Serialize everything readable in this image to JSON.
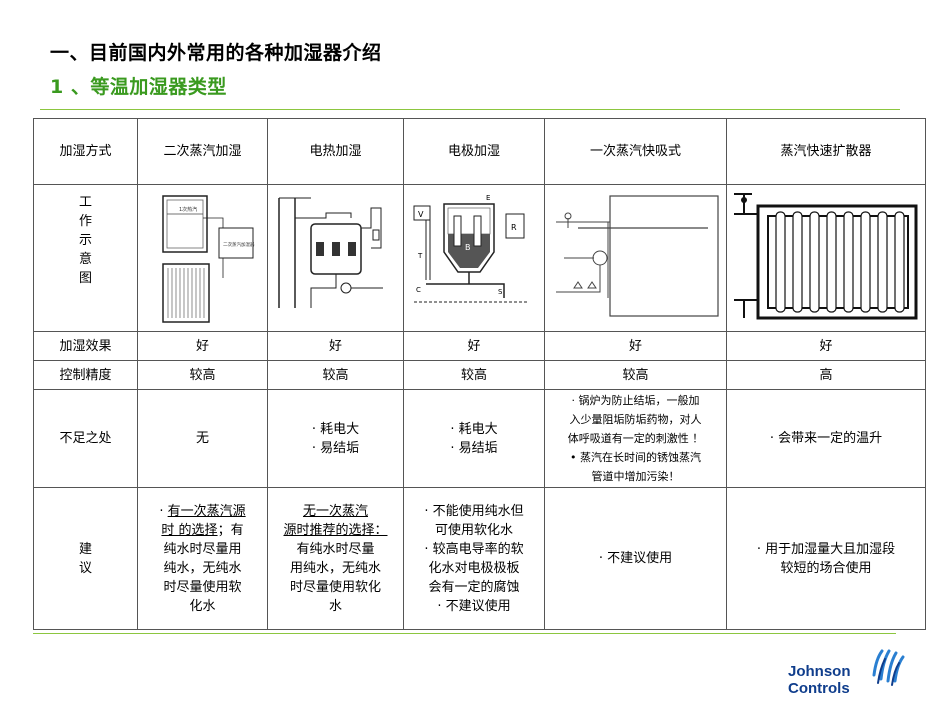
{
  "header": {
    "title": "一、目前国内外常用的各种加湿器介绍",
    "subtitle": "1 、等温加湿器类型"
  },
  "table": {
    "headers": [
      "加湿方式",
      "二次蒸汽加湿",
      "电热加湿",
      "电极加湿",
      "一次蒸汽快吸式",
      "蒸汽快速扩散器"
    ],
    "diagram_row_label": "工作示意图",
    "diagram_texts": {
      "secondary_steam_top": "1次热汽",
      "secondary_steam_side": "二次蒸汽加湿器",
      "electrode_v": "V",
      "electrode_e": "E",
      "electrode_r": "R",
      "electrode_t": "T",
      "electrode_b": "B",
      "electrode_c": "C",
      "electrode_s": "S"
    },
    "effect": {
      "label": "加湿效果",
      "values": [
        "好",
        "好",
        "好",
        "好",
        "好"
      ]
    },
    "precision": {
      "label": "控制精度",
      "values": [
        "较高",
        "较高",
        "较高",
        "较高",
        "高"
      ]
    },
    "drawbacks": {
      "label": "不足之处",
      "col1": "无",
      "col2": [
        "· 耗电大",
        "· 易结垢"
      ],
      "col3": [
        "· 耗电大",
        "· 易结垢"
      ],
      "col4": [
        "· 锅炉为防止结垢，一般加",
        "入少量阻垢防垢药物，对人",
        "体呼吸道有一定的刺激性 ！",
        "•  蒸汽在长时间的锈蚀蒸汽",
        "管道中增加污染！"
      ],
      "col5": "· 会带来一定的温升"
    },
    "advice": {
      "label": "建议",
      "col1": {
        "l1a": "· ",
        "l1b": "有一次蒸汽源",
        "l2a": "时  的选择",
        "l2b": "；有",
        "rest": [
          "纯水时尽量用",
          "纯水，无纯水",
          "时尽量使用软",
          "化水"
        ]
      },
      "col2": {
        "l1": "无一次蒸汽",
        "l2": "源时推荐的选择：",
        "rest": [
          "有纯水时尽量",
          "用纯水，无纯水",
          "时尽量使用软化",
          "水"
        ]
      },
      "col3": [
        "· 不能使用纯水但",
        "可使用软化水",
        "· 较高电导率的软",
        "化水对电极极板",
        "会有一定的腐蚀",
        "· 不建议使用"
      ],
      "col4": "· 不建议使用",
      "col5": [
        "· 用于加湿量大且加湿段",
        "较短的场合使用"
      ]
    }
  },
  "logo": {
    "line1": "Johnson",
    "line2": "Controls",
    "color": "#0f3d8c"
  },
  "colors": {
    "accent_green": "#3a9a1f",
    "rule_green": "#8cc63f"
  }
}
